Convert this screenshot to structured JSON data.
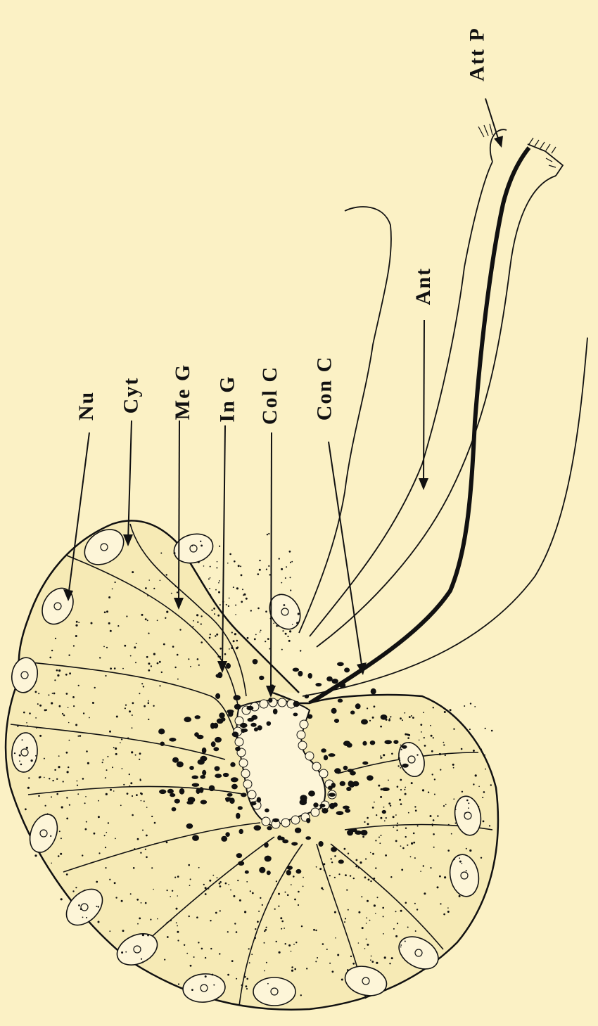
{
  "figure": {
    "background": "#fbf1c5",
    "ink": "#111111",
    "labels": {
      "nucleus": "Nu",
      "cytoplasm": "Cyt",
      "mesial_granules": "Me G",
      "inner_granules": "In G",
      "collecting_cells": "Col C",
      "conducting_canal": "Con C",
      "antenna": "Ant",
      "attachment_point": "Att P"
    }
  }
}
